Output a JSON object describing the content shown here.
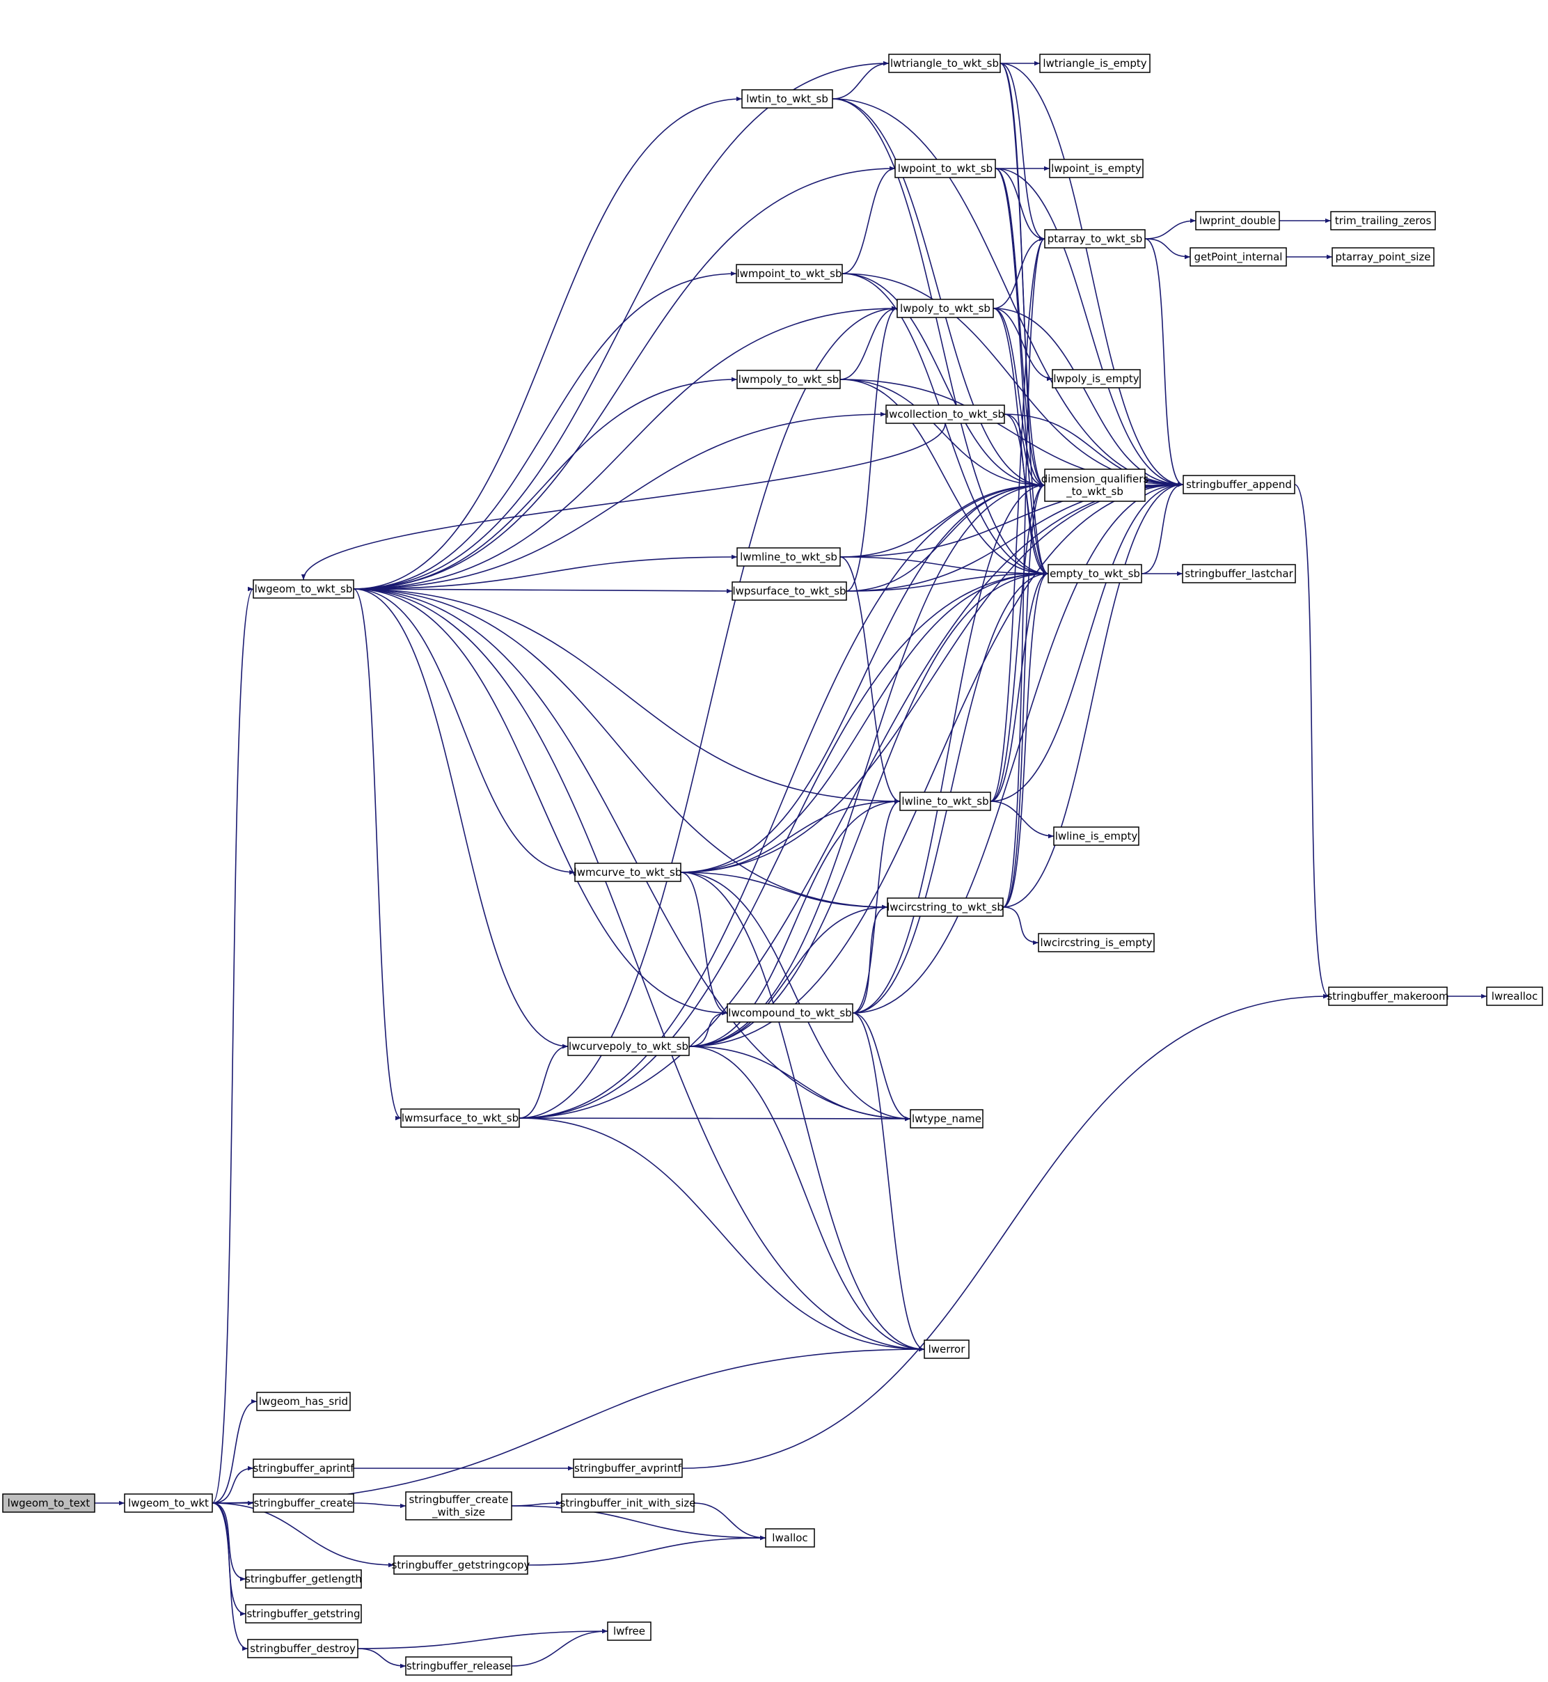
{
  "graph": {
    "edge_color": "#191970",
    "node_fill": "#ffffff",
    "root_fill": "#bfbfbf",
    "nodes": [
      {
        "id": "lwgeom_to_text",
        "lines": [
          "lwgeom_to_text"
        ],
        "root": true
      },
      {
        "id": "lwgeom_to_wkt",
        "lines": [
          "lwgeom_to_wkt"
        ]
      },
      {
        "id": "lwgeom_to_wkt_sb",
        "lines": [
          "lwgeom_to_wkt_sb"
        ]
      },
      {
        "id": "lwtriangle_to_wkt_sb",
        "lines": [
          "lwtriangle_to_wkt_sb"
        ]
      },
      {
        "id": "lwtriangle_is_empty",
        "lines": [
          "lwtriangle_is_empty"
        ]
      },
      {
        "id": "lwtin_to_wkt_sb",
        "lines": [
          "lwtin_to_wkt_sb"
        ]
      },
      {
        "id": "lwpoint_to_wkt_sb",
        "lines": [
          "lwpoint_to_wkt_sb"
        ]
      },
      {
        "id": "lwpoint_is_empty",
        "lines": [
          "lwpoint_is_empty"
        ]
      },
      {
        "id": "lwprint_double",
        "lines": [
          "lwprint_double"
        ]
      },
      {
        "id": "trim_trailing_zeros",
        "lines": [
          "trim_trailing_zeros"
        ]
      },
      {
        "id": "ptarray_to_wkt_sb",
        "lines": [
          "ptarray_to_wkt_sb"
        ]
      },
      {
        "id": "getPoint_internal",
        "lines": [
          "getPoint_internal"
        ]
      },
      {
        "id": "ptarray_point_size",
        "lines": [
          "ptarray_point_size"
        ]
      },
      {
        "id": "lwmpoint_to_wkt_sb",
        "lines": [
          "lwmpoint_to_wkt_sb"
        ]
      },
      {
        "id": "lwpoly_to_wkt_sb",
        "lines": [
          "lwpoly_to_wkt_sb"
        ]
      },
      {
        "id": "lwpoly_is_empty",
        "lines": [
          "lwpoly_is_empty"
        ]
      },
      {
        "id": "lwmpoly_to_wkt_sb",
        "lines": [
          "lwmpoly_to_wkt_sb"
        ]
      },
      {
        "id": "lwcollection_to_wkt_sb",
        "lines": [
          "lwcollection_to_wkt_sb"
        ]
      },
      {
        "id": "dimension_qualifiers_to_wkt_sb",
        "lines": [
          "dimension_qualifiers",
          "_to_wkt_sb"
        ]
      },
      {
        "id": "stringbuffer_append",
        "lines": [
          "stringbuffer_append"
        ]
      },
      {
        "id": "lwmline_to_wkt_sb",
        "lines": [
          "lwmline_to_wkt_sb"
        ]
      },
      {
        "id": "lwpsurface_to_wkt_sb",
        "lines": [
          "lwpsurface_to_wkt_sb"
        ]
      },
      {
        "id": "empty_to_wkt_sb",
        "lines": [
          "empty_to_wkt_sb"
        ]
      },
      {
        "id": "stringbuffer_lastchar",
        "lines": [
          "stringbuffer_lastchar"
        ]
      },
      {
        "id": "lwline_to_wkt_sb",
        "lines": [
          "lwline_to_wkt_sb"
        ]
      },
      {
        "id": "lwline_is_empty",
        "lines": [
          "lwline_is_empty"
        ]
      },
      {
        "id": "lwmcurve_to_wkt_sb",
        "lines": [
          "lwmcurve_to_wkt_sb"
        ]
      },
      {
        "id": "lwcircstring_to_wkt_sb",
        "lines": [
          "lwcircstring_to_wkt_sb"
        ]
      },
      {
        "id": "lwcircstring_is_empty",
        "lines": [
          "lwcircstring_is_empty"
        ]
      },
      {
        "id": "stringbuffer_makeroom",
        "lines": [
          "stringbuffer_makeroom"
        ]
      },
      {
        "id": "lwrealloc",
        "lines": [
          "lwrealloc"
        ]
      },
      {
        "id": "lwcompound_to_wkt_sb",
        "lines": [
          "lwcompound_to_wkt_sb"
        ]
      },
      {
        "id": "lwcurvepoly_to_wkt_sb",
        "lines": [
          "lwcurvepoly_to_wkt_sb"
        ]
      },
      {
        "id": "lwmsurface_to_wkt_sb",
        "lines": [
          "lwmsurface_to_wkt_sb"
        ]
      },
      {
        "id": "lwtype_name",
        "lines": [
          "lwtype_name"
        ]
      },
      {
        "id": "lwerror",
        "lines": [
          "lwerror"
        ]
      },
      {
        "id": "lwgeom_has_srid",
        "lines": [
          "lwgeom_has_srid"
        ]
      },
      {
        "id": "stringbuffer_aprintf",
        "lines": [
          "stringbuffer_aprintf"
        ]
      },
      {
        "id": "stringbuffer_avprintf",
        "lines": [
          "stringbuffer_avprintf"
        ]
      },
      {
        "id": "stringbuffer_create",
        "lines": [
          "stringbuffer_create"
        ]
      },
      {
        "id": "stringbuffer_create_with_size",
        "lines": [
          "stringbuffer_create",
          "_with_size"
        ]
      },
      {
        "id": "stringbuffer_init_with_size",
        "lines": [
          "stringbuffer_init_with_size"
        ]
      },
      {
        "id": "lwalloc",
        "lines": [
          "lwalloc"
        ]
      },
      {
        "id": "stringbuffer_getstringcopy",
        "lines": [
          "stringbuffer_getstringcopy"
        ]
      },
      {
        "id": "stringbuffer_getlength",
        "lines": [
          "stringbuffer_getlength"
        ]
      },
      {
        "id": "stringbuffer_getstring",
        "lines": [
          "stringbuffer_getstring"
        ]
      },
      {
        "id": "stringbuffer_destroy",
        "lines": [
          "stringbuffer_destroy"
        ]
      },
      {
        "id": "lwfree",
        "lines": [
          "lwfree"
        ]
      },
      {
        "id": "stringbuffer_release",
        "lines": [
          "stringbuffer_release"
        ]
      }
    ],
    "edges": [
      [
        "lwgeom_to_text",
        "lwgeom_to_wkt"
      ],
      [
        "lwgeom_to_wkt",
        "lwgeom_to_wkt_sb"
      ],
      [
        "lwgeom_to_wkt",
        "lwerror"
      ],
      [
        "lwgeom_to_wkt",
        "lwgeom_has_srid"
      ],
      [
        "lwgeom_to_wkt",
        "stringbuffer_aprintf"
      ],
      [
        "lwgeom_to_wkt",
        "stringbuffer_create"
      ],
      [
        "lwgeom_to_wkt",
        "stringbuffer_getstringcopy"
      ],
      [
        "lwgeom_to_wkt",
        "stringbuffer_getlength"
      ],
      [
        "lwgeom_to_wkt",
        "stringbuffer_getstring"
      ],
      [
        "lwgeom_to_wkt",
        "stringbuffer_destroy"
      ],
      [
        "lwgeom_to_wkt_sb",
        "lwtriangle_to_wkt_sb"
      ],
      [
        "lwgeom_to_wkt_sb",
        "lwtin_to_wkt_sb"
      ],
      [
        "lwgeom_to_wkt_sb",
        "lwpoint_to_wkt_sb"
      ],
      [
        "lwgeom_to_wkt_sb",
        "lwmpoint_to_wkt_sb"
      ],
      [
        "lwgeom_to_wkt_sb",
        "lwpoly_to_wkt_sb"
      ],
      [
        "lwgeom_to_wkt_sb",
        "lwmpoly_to_wkt_sb"
      ],
      [
        "lwgeom_to_wkt_sb",
        "lwcollection_to_wkt_sb"
      ],
      [
        "lwgeom_to_wkt_sb",
        "lwmline_to_wkt_sb"
      ],
      [
        "lwgeom_to_wkt_sb",
        "lwpsurface_to_wkt_sb"
      ],
      [
        "lwgeom_to_wkt_sb",
        "lwline_to_wkt_sb"
      ],
      [
        "lwgeom_to_wkt_sb",
        "lwmcurve_to_wkt_sb"
      ],
      [
        "lwgeom_to_wkt_sb",
        "lwcircstring_to_wkt_sb"
      ],
      [
        "lwgeom_to_wkt_sb",
        "lwcompound_to_wkt_sb"
      ],
      [
        "lwgeom_to_wkt_sb",
        "lwcurvepoly_to_wkt_sb"
      ],
      [
        "lwgeom_to_wkt_sb",
        "lwmsurface_to_wkt_sb"
      ],
      [
        "lwgeom_to_wkt_sb",
        "lwtype_name"
      ],
      [
        "lwgeom_to_wkt_sb",
        "lwerror"
      ],
      [
        "lwcollection_to_wkt_sb",
        "lwgeom_to_wkt_sb"
      ],
      [
        "lwtriangle_to_wkt_sb",
        "lwtriangle_is_empty"
      ],
      [
        "lwtriangle_to_wkt_sb",
        "stringbuffer_append"
      ],
      [
        "lwtriangle_to_wkt_sb",
        "ptarray_to_wkt_sb"
      ],
      [
        "lwtriangle_to_wkt_sb",
        "dimension_qualifiers_to_wkt_sb"
      ],
      [
        "lwtriangle_to_wkt_sb",
        "empty_to_wkt_sb"
      ],
      [
        "lwtin_to_wkt_sb",
        "lwtriangle_to_wkt_sb"
      ],
      [
        "lwtin_to_wkt_sb",
        "stringbuffer_append"
      ],
      [
        "lwtin_to_wkt_sb",
        "dimension_qualifiers_to_wkt_sb"
      ],
      [
        "lwtin_to_wkt_sb",
        "empty_to_wkt_sb"
      ],
      [
        "lwpoint_to_wkt_sb",
        "lwpoint_is_empty"
      ],
      [
        "lwpoint_to_wkt_sb",
        "ptarray_to_wkt_sb"
      ],
      [
        "lwpoint_to_wkt_sb",
        "stringbuffer_append"
      ],
      [
        "lwpoint_to_wkt_sb",
        "dimension_qualifiers_to_wkt_sb"
      ],
      [
        "lwpoint_to_wkt_sb",
        "empty_to_wkt_sb"
      ],
      [
        "ptarray_to_wkt_sb",
        "lwprint_double"
      ],
      [
        "ptarray_to_wkt_sb",
        "getPoint_internal"
      ],
      [
        "ptarray_to_wkt_sb",
        "stringbuffer_append"
      ],
      [
        "lwprint_double",
        "trim_trailing_zeros"
      ],
      [
        "getPoint_internal",
        "ptarray_point_size"
      ],
      [
        "lwmpoint_to_wkt_sb",
        "lwpoint_to_wkt_sb"
      ],
      [
        "lwmpoint_to_wkt_sb",
        "stringbuffer_append"
      ],
      [
        "lwmpoint_to_wkt_sb",
        "dimension_qualifiers_to_wkt_sb"
      ],
      [
        "lwmpoint_to_wkt_sb",
        "empty_to_wkt_sb"
      ],
      [
        "lwpoly_to_wkt_sb",
        "lwpoly_is_empty"
      ],
      [
        "lwpoly_to_wkt_sb",
        "ptarray_to_wkt_sb"
      ],
      [
        "lwpoly_to_wkt_sb",
        "stringbuffer_append"
      ],
      [
        "lwpoly_to_wkt_sb",
        "dimension_qualifiers_to_wkt_sb"
      ],
      [
        "lwpoly_to_wkt_sb",
        "empty_to_wkt_sb"
      ],
      [
        "lwmpoly_to_wkt_sb",
        "lwpoly_to_wkt_sb"
      ],
      [
        "lwmpoly_to_wkt_sb",
        "stringbuffer_append"
      ],
      [
        "lwmpoly_to_wkt_sb",
        "dimension_qualifiers_to_wkt_sb"
      ],
      [
        "lwmpoly_to_wkt_sb",
        "empty_to_wkt_sb"
      ],
      [
        "lwcollection_to_wkt_sb",
        "stringbuffer_append"
      ],
      [
        "lwcollection_to_wkt_sb",
        "dimension_qualifiers_to_wkt_sb"
      ],
      [
        "lwcollection_to_wkt_sb",
        "empty_to_wkt_sb"
      ],
      [
        "dimension_qualifiers_to_wkt_sb",
        "stringbuffer_append"
      ],
      [
        "stringbuffer_append",
        "stringbuffer_makeroom"
      ],
      [
        "stringbuffer_makeroom",
        "lwrealloc"
      ],
      [
        "lwmline_to_wkt_sb",
        "lwline_to_wkt_sb"
      ],
      [
        "lwmline_to_wkt_sb",
        "stringbuffer_append"
      ],
      [
        "lwmline_to_wkt_sb",
        "dimension_qualifiers_to_wkt_sb"
      ],
      [
        "lwmline_to_wkt_sb",
        "empty_to_wkt_sb"
      ],
      [
        "lwpsurface_to_wkt_sb",
        "lwpoly_to_wkt_sb"
      ],
      [
        "lwpsurface_to_wkt_sb",
        "stringbuffer_append"
      ],
      [
        "lwpsurface_to_wkt_sb",
        "dimension_qualifiers_to_wkt_sb"
      ],
      [
        "lwpsurface_to_wkt_sb",
        "empty_to_wkt_sb"
      ],
      [
        "empty_to_wkt_sb",
        "stringbuffer_append"
      ],
      [
        "empty_to_wkt_sb",
        "stringbuffer_lastchar"
      ],
      [
        "lwline_to_wkt_sb",
        "lwline_is_empty"
      ],
      [
        "lwline_to_wkt_sb",
        "ptarray_to_wkt_sb"
      ],
      [
        "lwline_to_wkt_sb",
        "stringbuffer_append"
      ],
      [
        "lwline_to_wkt_sb",
        "dimension_qualifiers_to_wkt_sb"
      ],
      [
        "lwline_to_wkt_sb",
        "empty_to_wkt_sb"
      ],
      [
        "lwmcurve_to_wkt_sb",
        "lwline_to_wkt_sb"
      ],
      [
        "lwmcurve_to_wkt_sb",
        "lwcircstring_to_wkt_sb"
      ],
      [
        "lwmcurve_to_wkt_sb",
        "lwcompound_to_wkt_sb"
      ],
      [
        "lwmcurve_to_wkt_sb",
        "stringbuffer_append"
      ],
      [
        "lwmcurve_to_wkt_sb",
        "dimension_qualifiers_to_wkt_sb"
      ],
      [
        "lwmcurve_to_wkt_sb",
        "empty_to_wkt_sb"
      ],
      [
        "lwmcurve_to_wkt_sb",
        "lwtype_name"
      ],
      [
        "lwmcurve_to_wkt_sb",
        "lwerror"
      ],
      [
        "lwcircstring_to_wkt_sb",
        "lwcircstring_is_empty"
      ],
      [
        "lwcircstring_to_wkt_sb",
        "ptarray_to_wkt_sb"
      ],
      [
        "lwcircstring_to_wkt_sb",
        "stringbuffer_append"
      ],
      [
        "lwcircstring_to_wkt_sb",
        "dimension_qualifiers_to_wkt_sb"
      ],
      [
        "lwcircstring_to_wkt_sb",
        "empty_to_wkt_sb"
      ],
      [
        "lwcompound_to_wkt_sb",
        "lwline_to_wkt_sb"
      ],
      [
        "lwcompound_to_wkt_sb",
        "lwcircstring_to_wkt_sb"
      ],
      [
        "lwcompound_to_wkt_sb",
        "stringbuffer_append"
      ],
      [
        "lwcompound_to_wkt_sb",
        "dimension_qualifiers_to_wkt_sb"
      ],
      [
        "lwcompound_to_wkt_sb",
        "empty_to_wkt_sb"
      ],
      [
        "lwcompound_to_wkt_sb",
        "lwtype_name"
      ],
      [
        "lwcompound_to_wkt_sb",
        "lwerror"
      ],
      [
        "lwcurvepoly_to_wkt_sb",
        "lwline_to_wkt_sb"
      ],
      [
        "lwcurvepoly_to_wkt_sb",
        "lwcircstring_to_wkt_sb"
      ],
      [
        "lwcurvepoly_to_wkt_sb",
        "lwcompound_to_wkt_sb"
      ],
      [
        "lwcurvepoly_to_wkt_sb",
        "stringbuffer_append"
      ],
      [
        "lwcurvepoly_to_wkt_sb",
        "dimension_qualifiers_to_wkt_sb"
      ],
      [
        "lwcurvepoly_to_wkt_sb",
        "empty_to_wkt_sb"
      ],
      [
        "lwcurvepoly_to_wkt_sb",
        "lwtype_name"
      ],
      [
        "lwcurvepoly_to_wkt_sb",
        "lwerror"
      ],
      [
        "lwmsurface_to_wkt_sb",
        "lwpoly_to_wkt_sb"
      ],
      [
        "lwmsurface_to_wkt_sb",
        "lwcurvepoly_to_wkt_sb"
      ],
      [
        "lwmsurface_to_wkt_sb",
        "stringbuffer_append"
      ],
      [
        "lwmsurface_to_wkt_sb",
        "dimension_qualifiers_to_wkt_sb"
      ],
      [
        "lwmsurface_to_wkt_sb",
        "empty_to_wkt_sb"
      ],
      [
        "lwmsurface_to_wkt_sb",
        "lwtype_name"
      ],
      [
        "lwmsurface_to_wkt_sb",
        "lwerror"
      ],
      [
        "stringbuffer_aprintf",
        "stringbuffer_avprintf"
      ],
      [
        "stringbuffer_avprintf",
        "stringbuffer_makeroom"
      ],
      [
        "stringbuffer_create",
        "stringbuffer_create_with_size"
      ],
      [
        "stringbuffer_create_with_size",
        "stringbuffer_init_with_size"
      ],
      [
        "stringbuffer_create_with_size",
        "lwalloc"
      ],
      [
        "stringbuffer_init_with_size",
        "lwalloc"
      ],
      [
        "stringbuffer_getstringcopy",
        "lwalloc"
      ],
      [
        "stringbuffer_destroy",
        "lwfree"
      ],
      [
        "stringbuffer_destroy",
        "stringbuffer_release"
      ],
      [
        "stringbuffer_release",
        "lwfree"
      ]
    ]
  }
}
